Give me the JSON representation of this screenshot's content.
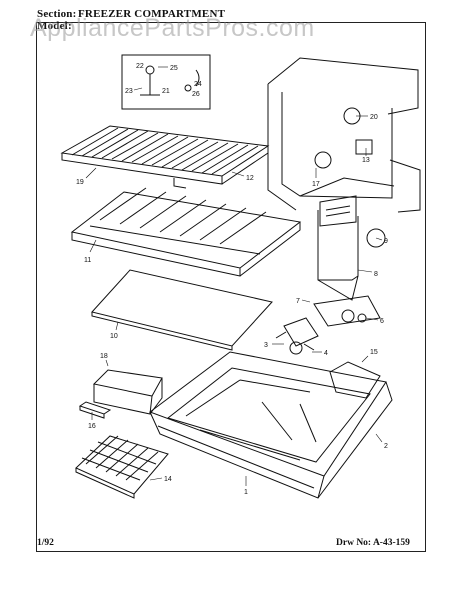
{
  "watermark": "AppliancePartsPros.com",
  "header": {
    "section_label": "Section:",
    "section_value": "FREEZER COMPARTMENT",
    "model_label": "Model:"
  },
  "footer": {
    "date": "1/92",
    "drawing_number": "Drw No: A-43-159"
  },
  "callouts": [
    "22",
    "25",
    "23",
    "21",
    "24",
    "26",
    "19",
    "12",
    "20",
    "17",
    "13",
    "9",
    "11",
    "8",
    "10",
    "7",
    "6",
    "3",
    "4",
    "18",
    "15",
    "16",
    "14",
    "2",
    "1"
  ]
}
